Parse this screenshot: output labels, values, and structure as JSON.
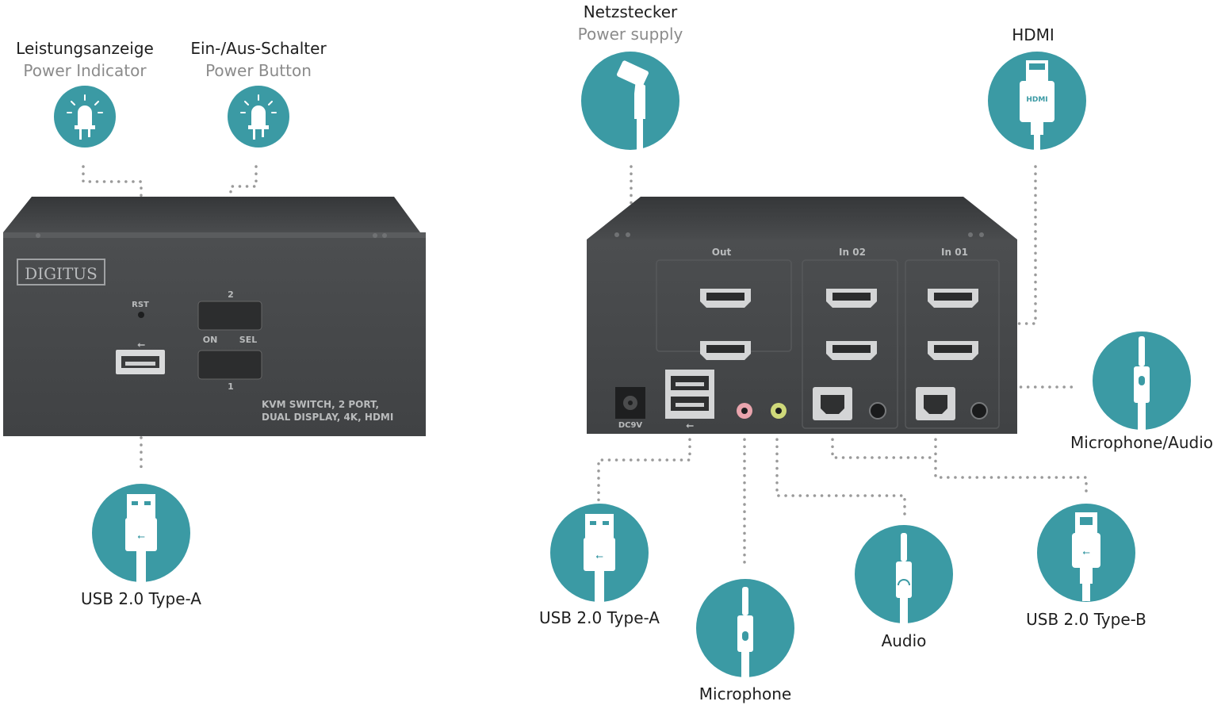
{
  "colors": {
    "teal": "#3b9aa4",
    "device": "#47494b",
    "device_top": "#3e4042",
    "dots": "#9a9a9a"
  },
  "callouts": {
    "power_indicator": {
      "de": "Leistungsanzeige",
      "en": "Power Indicator",
      "icon": "led-icon"
    },
    "power_button": {
      "de": "Ein-/Aus-Schalter",
      "en": "Power Button",
      "icon": "led-icon"
    },
    "power_supply": {
      "de": "Netzstecker",
      "en": "Power supply",
      "icon": "power-plug-icon"
    },
    "hdmi": {
      "label": "HDMI",
      "icon": "hdmi-plug-icon",
      "plug_text": "HDMI"
    },
    "usb_front": {
      "label": "USB 2.0 Type-A",
      "icon": "usb-a-plug-icon"
    },
    "usb_rear": {
      "label": "USB 2.0 Type-A",
      "icon": "usb-a-plug-icon"
    },
    "microphone": {
      "label": "Microphone",
      "icon": "mic-jack-icon"
    },
    "audio": {
      "label": "Audio",
      "icon": "audio-jack-icon"
    },
    "usb_b": {
      "label": "USB 2.0 Type-B",
      "icon": "usb-b-plug-icon"
    },
    "mic_audio": {
      "label": "Microphone/Audio",
      "icon": "combo-jack-icon"
    }
  },
  "front_panel": {
    "brand": "DIGITUS",
    "rst": "RST",
    "port_2": "2",
    "port_1": "1",
    "on": "ON",
    "sel": "SEL",
    "model_line1": "KVM SWITCH, 2 PORT,",
    "model_line2": "DUAL DISPLAY, 4K, HDMI"
  },
  "rear_panel": {
    "out": "Out",
    "in02": "In 02",
    "in01": "In 01",
    "dc": "DC9V"
  }
}
